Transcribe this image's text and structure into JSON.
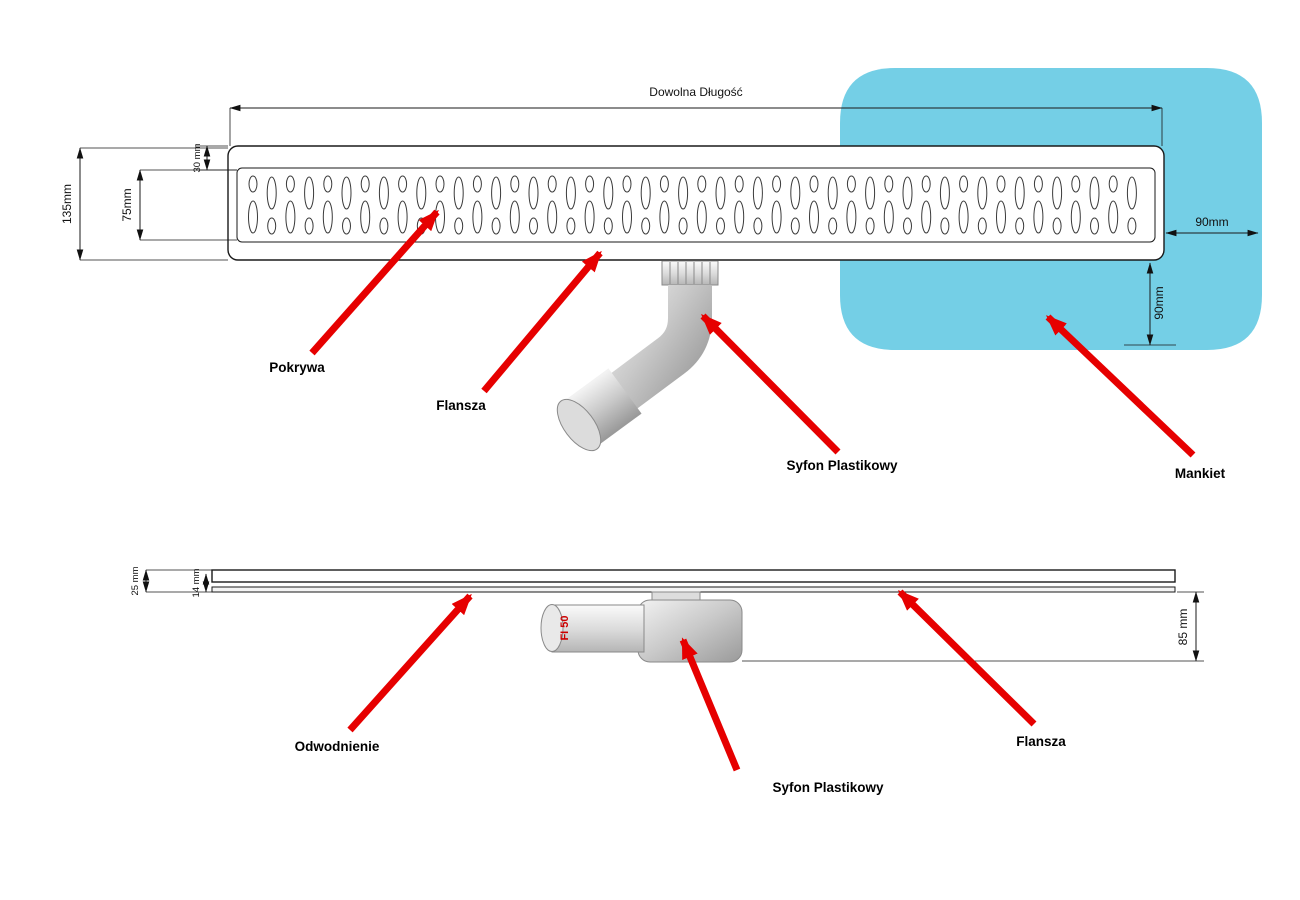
{
  "colors": {
    "arrow": "#e60000",
    "mankiet": "#74cfe6",
    "line": "#111111"
  },
  "top_view": {
    "length_label": "Dowolna Długość",
    "height_overall": "135mm",
    "height_grate": "75mm",
    "edge_offset": "30 mm",
    "side_margin": "90mm",
    "bottom_margin": "90mm",
    "callouts": {
      "pokrywa": "Pokrywa",
      "flansza": "Flansza",
      "syfon": "Syfon Plastikowy",
      "mankiet": "Mankiet"
    }
  },
  "side_view": {
    "profile_height": "25 mm",
    "lip_height": "14 mm",
    "drop_height": "85 mm",
    "pipe_diameter": "FI 50",
    "callouts": {
      "odwodnienie": "Odwodnienie",
      "syfon": "Syfon Plastikowy",
      "flansza": "Flansza"
    }
  }
}
